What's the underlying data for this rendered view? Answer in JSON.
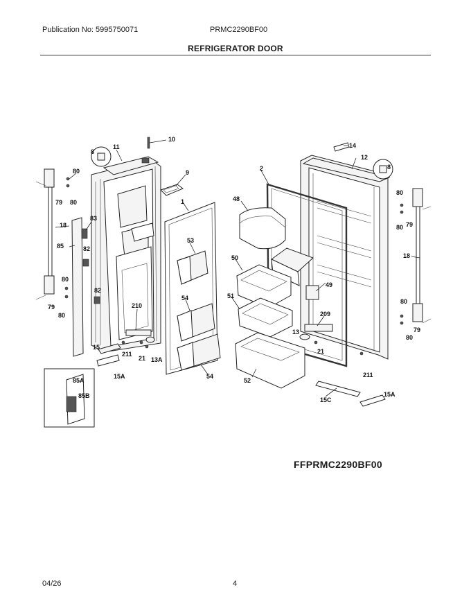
{
  "header": {
    "publication": "Publication No: 5995750071",
    "model": "PRMC2290BF00",
    "title": "REFRIGERATOR DOOR"
  },
  "diagram": {
    "callouts": [
      "8",
      "11",
      "10",
      "9",
      "1",
      "80",
      "79",
      "80",
      "83",
      "18",
      "85",
      "82",
      "82",
      "80",
      "79",
      "80",
      "210",
      "53",
      "54",
      "54",
      "211",
      "21",
      "13A",
      "15",
      "15A",
      "85A",
      "85B",
      "14",
      "12",
      "2",
      "48",
      "50",
      "51",
      "49",
      "209",
      "13",
      "21",
      "8",
      "80",
      "80",
      "79",
      "18",
      "80",
      "79",
      "80",
      "211",
      "52",
      "15C",
      "15A"
    ]
  },
  "figure_code": "FFPRMC2290BF00",
  "footer": {
    "date": "04/26",
    "page": "4"
  }
}
